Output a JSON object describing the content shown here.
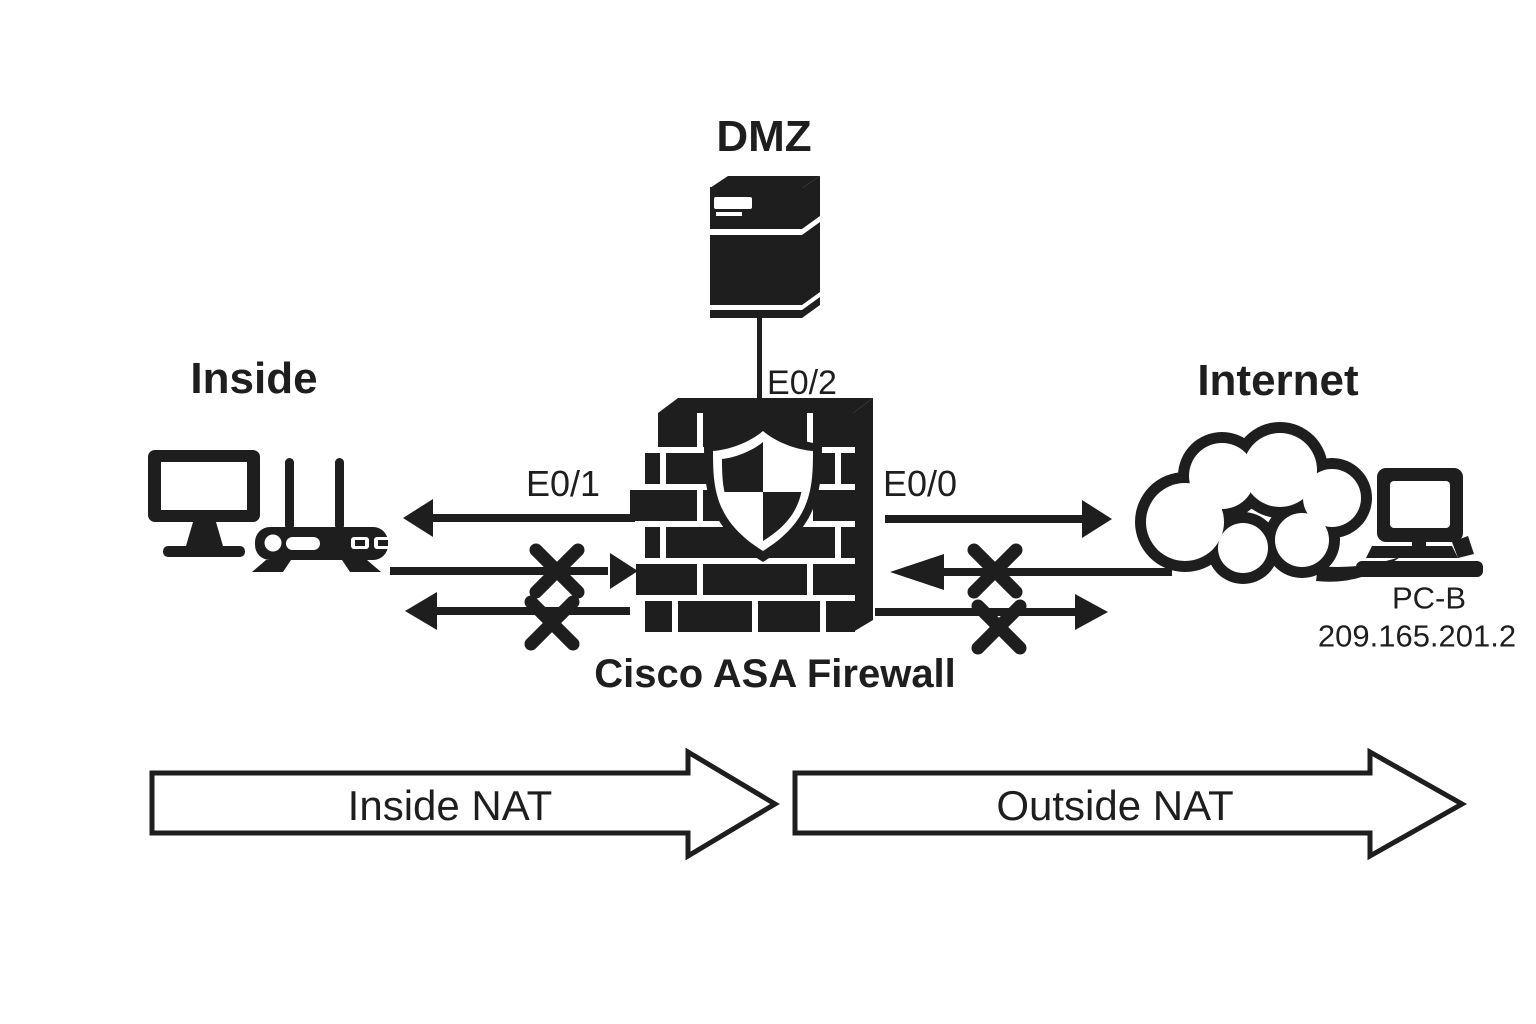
{
  "diagram": {
    "zones": {
      "inside": "Inside",
      "dmz": "DMZ",
      "internet": "Internet"
    },
    "firewall": {
      "label": "Cisco ASA Firewall"
    },
    "interfaces": {
      "inside": "E0/1",
      "outside": "E0/0",
      "dmz": "E0/2"
    },
    "internet_host": {
      "name": "PC-B",
      "ip": "209.165.201.2"
    },
    "nat_flow": {
      "inside": "Inside NAT",
      "outside": "Outside NAT"
    },
    "icons": [
      "server-icon",
      "firewall-icon",
      "shield-icon",
      "monitor-icon",
      "router-icon",
      "cloud-icon",
      "pc-icon",
      "blocked-x-icon",
      "allowed-arrow-icon",
      "nat-flow-arrow-icon"
    ],
    "colors": {
      "ink": "#1e1e1e",
      "paper": "#ffffff"
    }
  }
}
